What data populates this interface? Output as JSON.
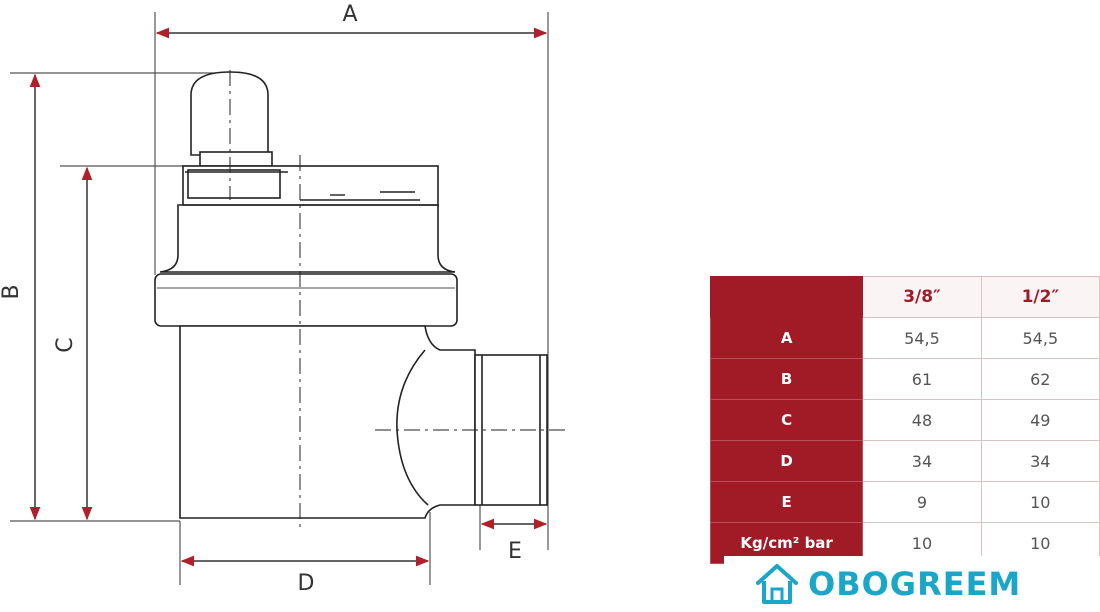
{
  "dimension_labels": {
    "A": "A",
    "B": "B",
    "C": "C",
    "D": "D",
    "E": "E"
  },
  "table": {
    "columns": [
      "3/8″",
      "1/2″"
    ],
    "rows": [
      {
        "label": "A",
        "values": [
          "54,5",
          "54,5"
        ]
      },
      {
        "label": "B",
        "values": [
          "61",
          "62"
        ]
      },
      {
        "label": "C",
        "values": [
          "48",
          "49"
        ]
      },
      {
        "label": "D",
        "values": [
          "34",
          "34"
        ]
      },
      {
        "label": "E",
        "values": [
          "9",
          "10"
        ]
      },
      {
        "label": "Kg/cm² bar",
        "values": [
          "10",
          "10"
        ]
      }
    ]
  },
  "logo": {
    "text": "OBOGREEM",
    "color": "#1aa6c8",
    "icon": "house-logo-icon"
  },
  "colors": {
    "accent": "#a01b26",
    "arrow": "#b0202a",
    "line": "#333333"
  }
}
